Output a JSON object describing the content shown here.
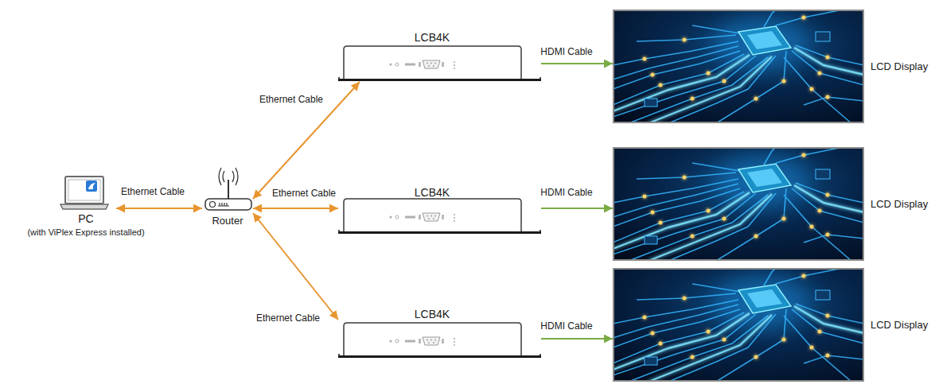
{
  "diagram": {
    "nodes": [
      {
        "text": [
          "PC",
          "(with ViPlex Express installed)"
        ]
      },
      {
        "text": [
          "Router"
        ]
      },
      {
        "text": [
          "LCB4K"
        ]
      },
      {
        "text": [
          "LCD Display"
        ]
      },
      {
        "text": [
          "LCB4K"
        ]
      },
      {
        "text": [
          "LCD Display"
        ]
      },
      {
        "text": [
          "LCB4K"
        ]
      },
      {
        "text": [
          "LCD Display"
        ]
      }
    ],
    "edges": [
      {
        "from": 0,
        "to": 1,
        "arrow": "both",
        "label": "Ethernet Cable"
      },
      {
        "from": 1,
        "to": 2,
        "arrow": "both",
        "label": "Ethernet Cable"
      },
      {
        "from": 1,
        "to": 4,
        "arrow": "both",
        "label": "Ethernet Cable"
      },
      {
        "from": 1,
        "to": 6,
        "arrow": "both",
        "label": "Ethernet Cable"
      },
      {
        "from": 2,
        "to": 3,
        "arrow": "to",
        "label": "HDMI Cable"
      },
      {
        "from": 4,
        "to": 5,
        "arrow": "to",
        "label": "HDMI Cable"
      },
      {
        "from": 6,
        "to": 7,
        "arrow": "to",
        "label": "HDMI Cable"
      }
    ]
  }
}
